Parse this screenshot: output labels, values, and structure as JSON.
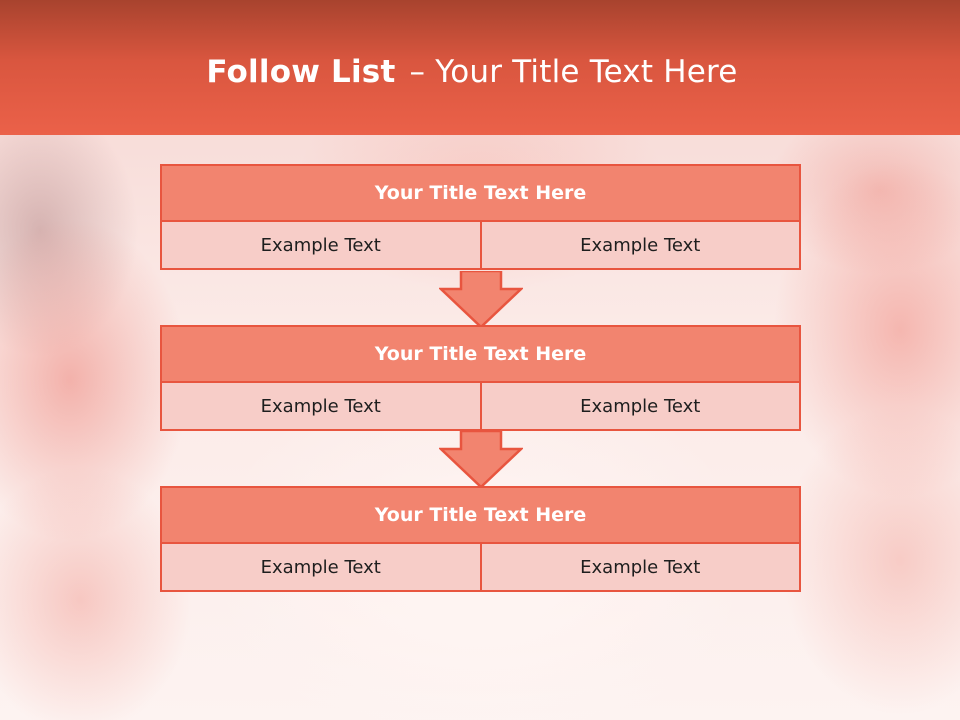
{
  "slide": {
    "title_bold": "Follow List",
    "title_separator": "–",
    "title_rest": "Your Title Text Here"
  },
  "colors": {
    "header": "#eb6149",
    "block_border": "#e8553f",
    "block_header": "#f2846f",
    "block_body": "#f7cdc8"
  },
  "blocks": [
    {
      "title": "Your Title Text Here",
      "left_text": "Example Text",
      "right_text": "Example Text"
    },
    {
      "title": "Your Title Text Here",
      "left_text": "Example Text",
      "right_text": "Example Text"
    },
    {
      "title": "Your Title Text Here",
      "left_text": "Example Text",
      "right_text": "Example Text"
    }
  ]
}
